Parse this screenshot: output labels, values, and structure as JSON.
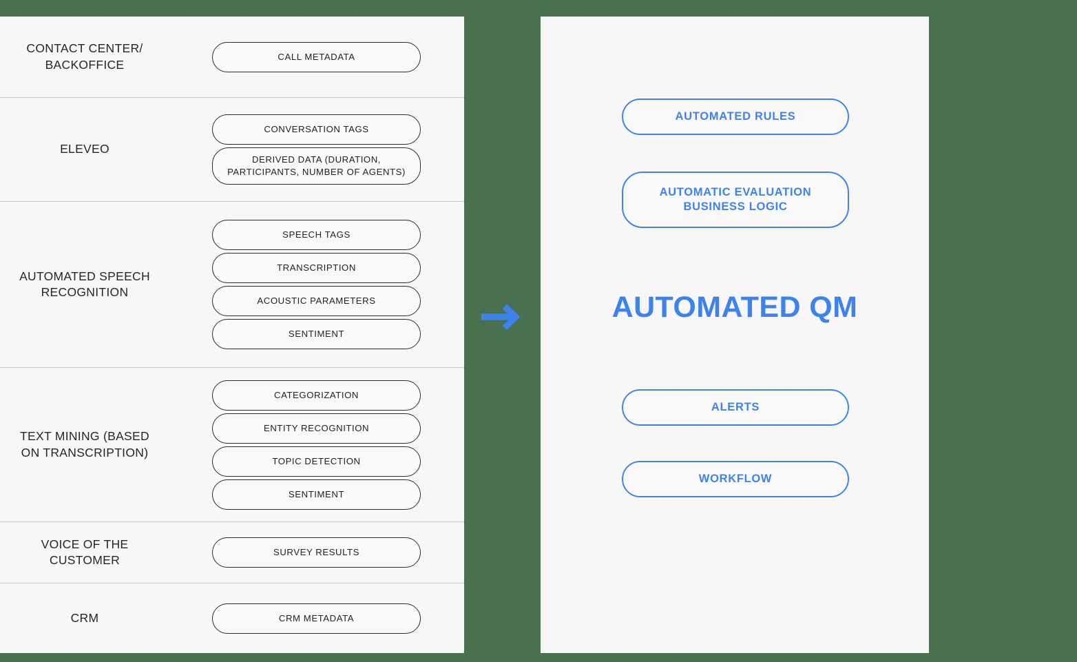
{
  "canvas": {
    "background_color": "#49704F",
    "panel_background": "#F7F7F7",
    "accent_color": "#3D83EB",
    "outline_color": "#2B2B2B",
    "divider_color": "#C9C9C9"
  },
  "left_panel": {
    "rows": [
      {
        "label": "CONTACT CENTER/\nBACKOFFICE",
        "label_line1": "CONTACT CENTER/",
        "label_line2": "BACKOFFICE",
        "pills": [
          "CALL METADATA"
        ]
      },
      {
        "label": "ELEVEO",
        "label_line1": "ELEVEO",
        "label_line2": "",
        "pills": [
          "CONVERSATION TAGS",
          "DERIVED DATA (DURATION, PARTICIPANTS, NUMBER OF AGENTS)"
        ]
      },
      {
        "label": "AUTOMATED SPEECH\nRECOGNITION",
        "label_line1": "AUTOMATED SPEECH",
        "label_line2": "RECOGNITION",
        "pills": [
          "SPEECH TAGS",
          "TRANSCRIPTION",
          "ACOUSTIC PARAMETERS",
          "SENTIMENT"
        ]
      },
      {
        "label": "TEXT MINING (BASED\nON TRANSCRIPTION)",
        "label_line1": "TEXT MINING (BASED",
        "label_line2": "ON TRANSCRIPTION)",
        "pills": [
          "CATEGORIZATION",
          "ENTITY RECOGNITION",
          "TOPIC DETECTION",
          "SENTIMENT"
        ]
      },
      {
        "label": "VOICE OF THE\nCUSTOMER",
        "label_line1": "VOICE OF THE",
        "label_line2": "CUSTOMER",
        "pills": [
          "SURVEY RESULTS"
        ]
      },
      {
        "label": "CRM",
        "label_line1": "CRM",
        "label_line2": "",
        "pills": [
          "CRM METADATA"
        ]
      }
    ]
  },
  "connector": {
    "icon": "arrow-right-icon",
    "color": "#3D83EB"
  },
  "right_panel": {
    "top_pills": [
      {
        "label": "AUTOMATED RULES"
      },
      {
        "label_line1": "AUTOMATIC EVALUATION",
        "label_line2": "BUSINESS LOGIC"
      }
    ],
    "title": "AUTOMATED QM",
    "bottom_pills": [
      {
        "label": "ALERTS"
      },
      {
        "label": "WORKFLOW"
      }
    ]
  }
}
